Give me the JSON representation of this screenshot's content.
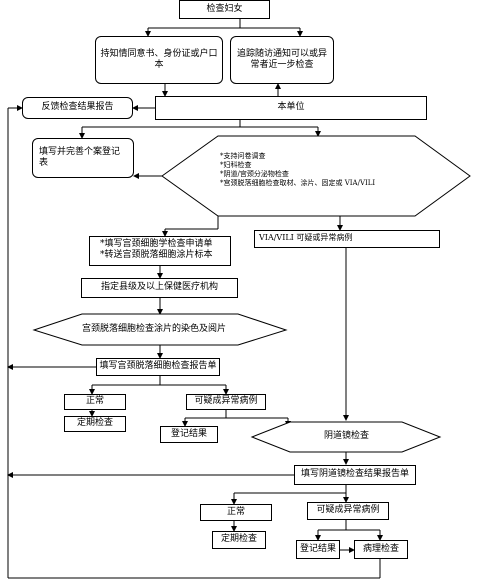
{
  "flowchart": {
    "screen_women": "检查妇女",
    "hold_consent": "持知情同意书、身份证或户口本",
    "followup_notice": "追踪随访通知可以或异常者近一步检查",
    "feedback_report": "反馈检查结果报告",
    "this_unit": "本单位",
    "fill_case_reg": "填写并完善个案登记表",
    "exam_items": [
      "*支持问卷调查",
      "*妇科检查",
      "*阴道/宫颈分泌物检查",
      "*宫颈脱落细胞检查取材、涂片、固定或 VIA/VILI"
    ],
    "cyto_request": [
      "*填写宫颈细胞学检查申请单",
      "*转送宫颈脱落细胞涂片标本"
    ],
    "via_abnormal": "VIA/VILI 可疑或异常病例",
    "designated_org": "指定县级及以上保健医疗机构",
    "stain_read": "宫颈脱落细胞检查涂片的染色及阅片",
    "fill_cyto_report": "填写宫颈脱落细胞检查报告单",
    "normal_1": "正常",
    "suspect_1": "可疑成异常病例",
    "periodic_1": "定期检查",
    "register_1": "登记结果",
    "colposcopy": "阴道镜检查",
    "fill_colpo_report": "填写阴道镜检查结果报告单",
    "normal_2": "正常",
    "suspect_2": "可疑成异常病例",
    "periodic_2": "定期检查",
    "register_2": "登记结果",
    "pathology": "病理检查"
  }
}
